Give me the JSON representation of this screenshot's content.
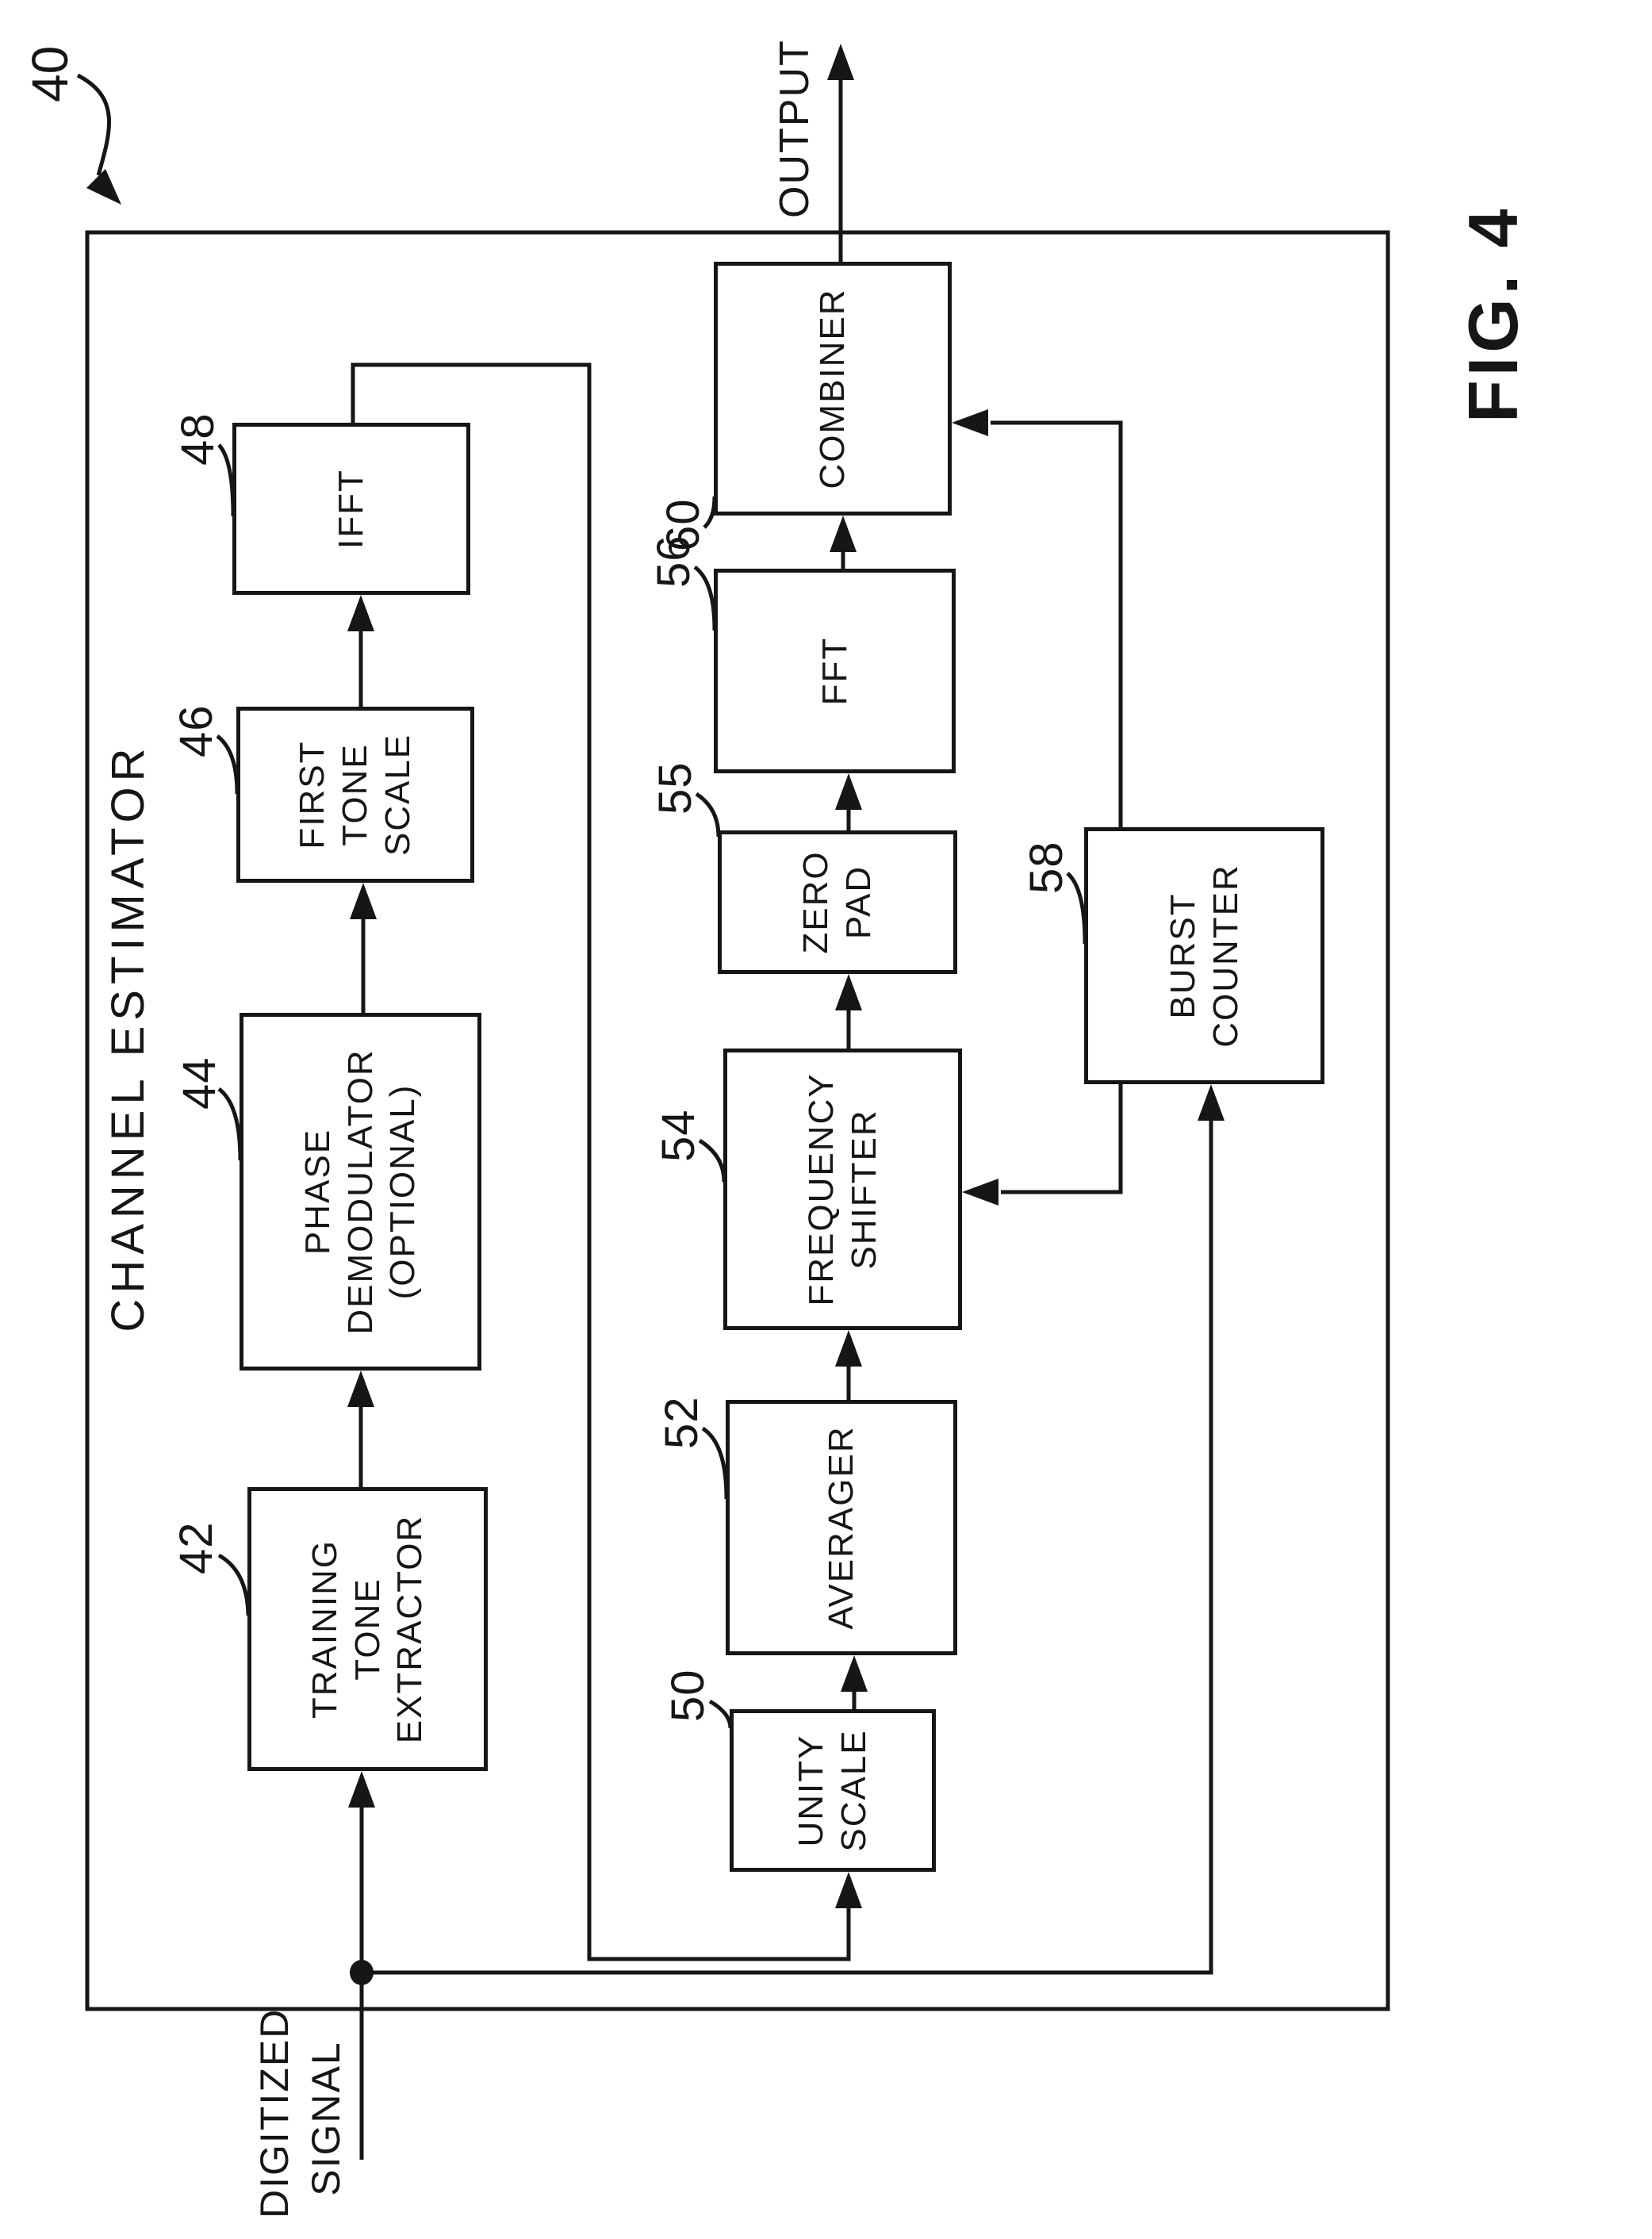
{
  "figure": {
    "sheet_reference": "40",
    "caption": "FIG. 4",
    "title": "CHANNEL ESTIMATOR",
    "input_label_lines": [
      "DIGITIZED",
      "SIGNAL"
    ],
    "output_label": "OUTPUT"
  },
  "blocks": [
    {
      "id": "training-tone-extractor",
      "ref": "42",
      "lines": [
        "TRAINING",
        "TONE",
        "EXTRACTOR"
      ]
    },
    {
      "id": "phase-demodulator",
      "ref": "44",
      "lines": [
        "PHASE",
        "DEMODULATOR",
        "(OPTIONAL)"
      ]
    },
    {
      "id": "first-tone-scale",
      "ref": "46",
      "lines": [
        "FIRST",
        "TONE",
        "SCALE"
      ]
    },
    {
      "id": "ifft",
      "ref": "48",
      "lines": [
        "IFFT"
      ]
    },
    {
      "id": "unity-scale",
      "ref": "50",
      "lines": [
        "UNITY",
        "SCALE"
      ]
    },
    {
      "id": "averager",
      "ref": "52",
      "lines": [
        "AVERAGER"
      ]
    },
    {
      "id": "frequency-shifter",
      "ref": "54",
      "lines": [
        "FREQUENCY",
        "SHIFTER"
      ]
    },
    {
      "id": "zero-pad",
      "ref": "55",
      "lines": [
        "ZERO",
        "PAD"
      ]
    },
    {
      "id": "fft",
      "ref": "56",
      "lines": [
        "FFT"
      ]
    },
    {
      "id": "combiner",
      "ref": "60",
      "lines": [
        "COMBINER"
      ]
    },
    {
      "id": "burst-counter",
      "ref": "58",
      "lines": [
        "BURST",
        "COUNTER"
      ]
    }
  ],
  "colors": {
    "ink": "#161616",
    "paper": "#ffffff"
  }
}
